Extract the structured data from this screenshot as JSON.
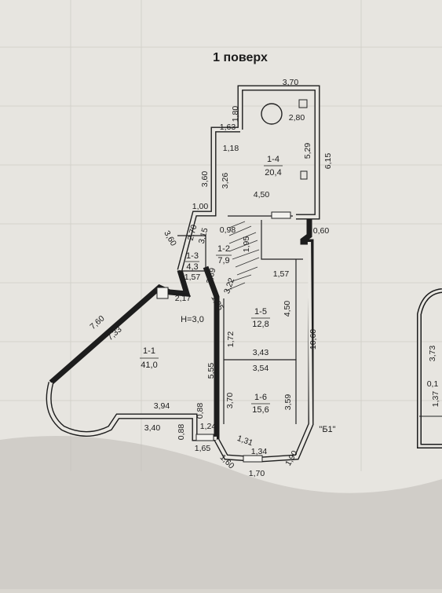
{
  "title": "1 поверх",
  "building_label": "\"Б1\"",
  "height_label": "H=3,0",
  "rooms": [
    {
      "id": "1-1",
      "area": "41,0"
    },
    {
      "id": "1-2",
      "area": "7,9"
    },
    {
      "id": "1-3",
      "area": "4,3"
    },
    {
      "id": "1-4",
      "area": "20,4"
    },
    {
      "id": "1-5",
      "area": "12,8"
    },
    {
      "id": "1-6",
      "area": "15,6"
    }
  ],
  "dimensions": {
    "top": "3,70",
    "d180": "1,80",
    "d163": "1,63",
    "d280": "2,80",
    "d118": "1,18",
    "d529": "5,29",
    "d615": "6,15",
    "d326": "3,26",
    "d360": "3,60",
    "d450": "4,50",
    "d100": "1,00",
    "d098": "0,98",
    "d060": "0,60",
    "d360b": "3,60",
    "d270": "2,70",
    "d315": "3,15",
    "d195": "1,95",
    "d369": "3,69",
    "d157a": "1,57",
    "d157b": "1,57",
    "d322": "3,22",
    "d217": "2,17",
    "d135": "1,35",
    "d450b": "4,50",
    "d760": "7,60",
    "d733": "7,33",
    "d172": "1,72",
    "d343": "3,43",
    "d1060": "10,60",
    "d354": "3,54",
    "d555": "5,55",
    "d370": "3,70",
    "d359": "3,59",
    "d394": "3,94",
    "d088a": "0,88",
    "d340": "3,40",
    "d088b": "0,88",
    "d124": "1,24",
    "d131": "1,31",
    "d165": "1,65",
    "d160": "1,60",
    "d134": "1,34",
    "d170": "1,70",
    "d190": "1,90"
  },
  "side_fragment": {
    "d373": "3,73",
    "d01": "0,1",
    "d137": "1,37"
  }
}
